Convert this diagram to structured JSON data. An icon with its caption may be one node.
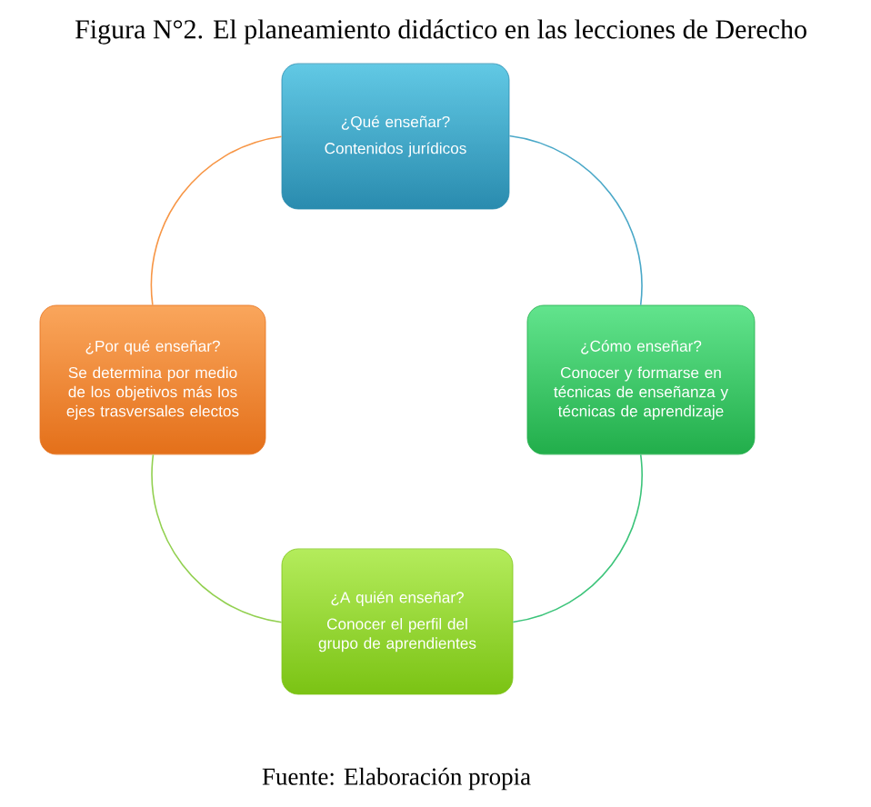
{
  "diagram": {
    "title": "Figura N°2. El planeamiento didáctico en las lecciones de Derecho",
    "caption": "Fuente: Elaboración propia",
    "nodes": [
      {
        "text": [
          "¿Qué enseñar?",
          "Contenidos jurídicos"
        ]
      },
      {
        "text": [
          "¿Por qué enseñar?",
          "Se determina por medio de los objetivos más los ejes trasversales electos"
        ]
      },
      {
        "text": [
          "¿Cómo enseñar?",
          "Conocer y formarse en técnicas de enseñanza y técnicas de aprendizaje"
        ]
      },
      {
        "text": [
          "¿A quién enseñar?",
          "Conocer el perfil del grupo de aprendientes"
        ]
      }
    ],
    "edges": [
      {
        "from": 0,
        "to": 2,
        "arrow": "none",
        "color": "#4aa8c8"
      },
      {
        "from": 2,
        "to": 3,
        "arrow": "none",
        "color": "#3cc47a"
      },
      {
        "from": 3,
        "to": 1,
        "arrow": "none",
        "color": "#92d050"
      },
      {
        "from": 1,
        "to": 0,
        "arrow": "none",
        "color": "#f79646"
      }
    ]
  }
}
